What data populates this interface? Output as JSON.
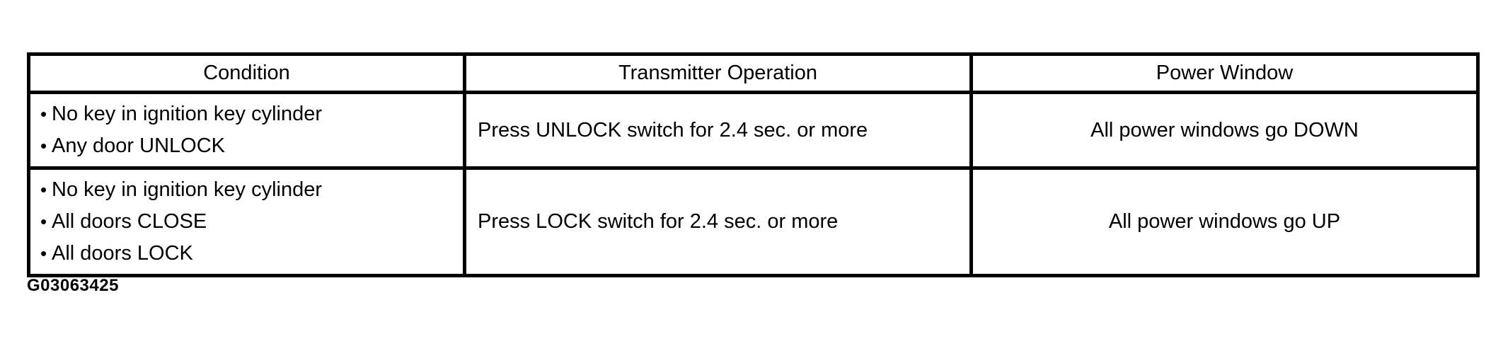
{
  "figure_label": "G03063425",
  "colors": {
    "background": "#ffffff",
    "border": "#000000",
    "text": "#000000"
  },
  "table": {
    "headers": {
      "condition": "Condition",
      "operation": "Transmitter Operation",
      "power_window": "Power Window"
    },
    "rows": [
      {
        "conditions": [
          "No key in ignition key cylinder",
          "Any door UNLOCK"
        ],
        "operation": "Press UNLOCK switch for 2.4 sec. or more",
        "power_window": "All power windows go DOWN"
      },
      {
        "conditions": [
          "No key in ignition key cylinder",
          "All doors CLOSE",
          "All doors LOCK"
        ],
        "operation": "Press LOCK switch for 2.4 sec. or more",
        "power_window": "All power windows go UP"
      }
    ]
  }
}
